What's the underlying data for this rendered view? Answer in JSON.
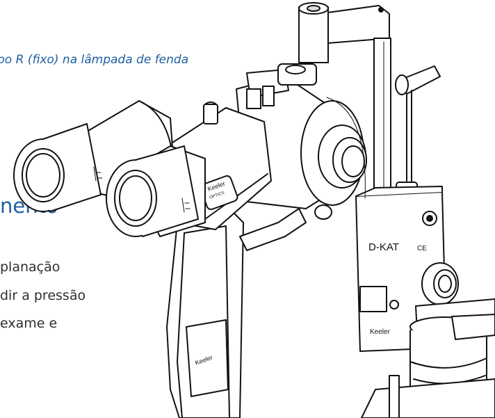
{
  "caption": "po R (fixo) na lâmpada de fenda",
  "heading": "nento",
  "body_lines": [
    "planação",
    "dir a pressão",
    "exame e"
  ],
  "device": {
    "brand": "Keeler",
    "optics": "OPTICS",
    "model": "D-KAT",
    "ce_mark": "CE"
  },
  "colors": {
    "accent_blue": "#1f5fa0",
    "text_dark": "#2e2e2e",
    "outline": "#111111"
  }
}
